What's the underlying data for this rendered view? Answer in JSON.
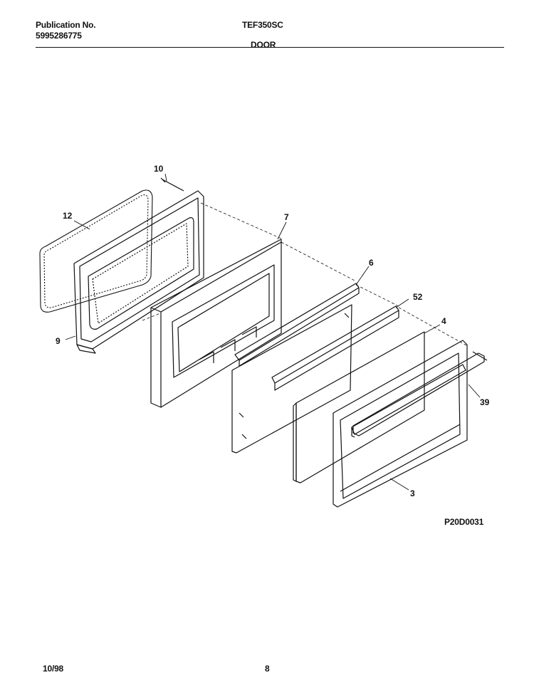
{
  "header": {
    "publication_label": "Publication No.",
    "publication_number": "5995286775",
    "model": "TEF350SC",
    "section": "DOOR"
  },
  "diagram": {
    "part_callouts": [
      "10",
      "12",
      "7",
      "6",
      "52",
      "4",
      "9",
      "39",
      "3"
    ],
    "figure_code": "P20D0031"
  },
  "footer": {
    "date": "10/98",
    "page": "8"
  }
}
